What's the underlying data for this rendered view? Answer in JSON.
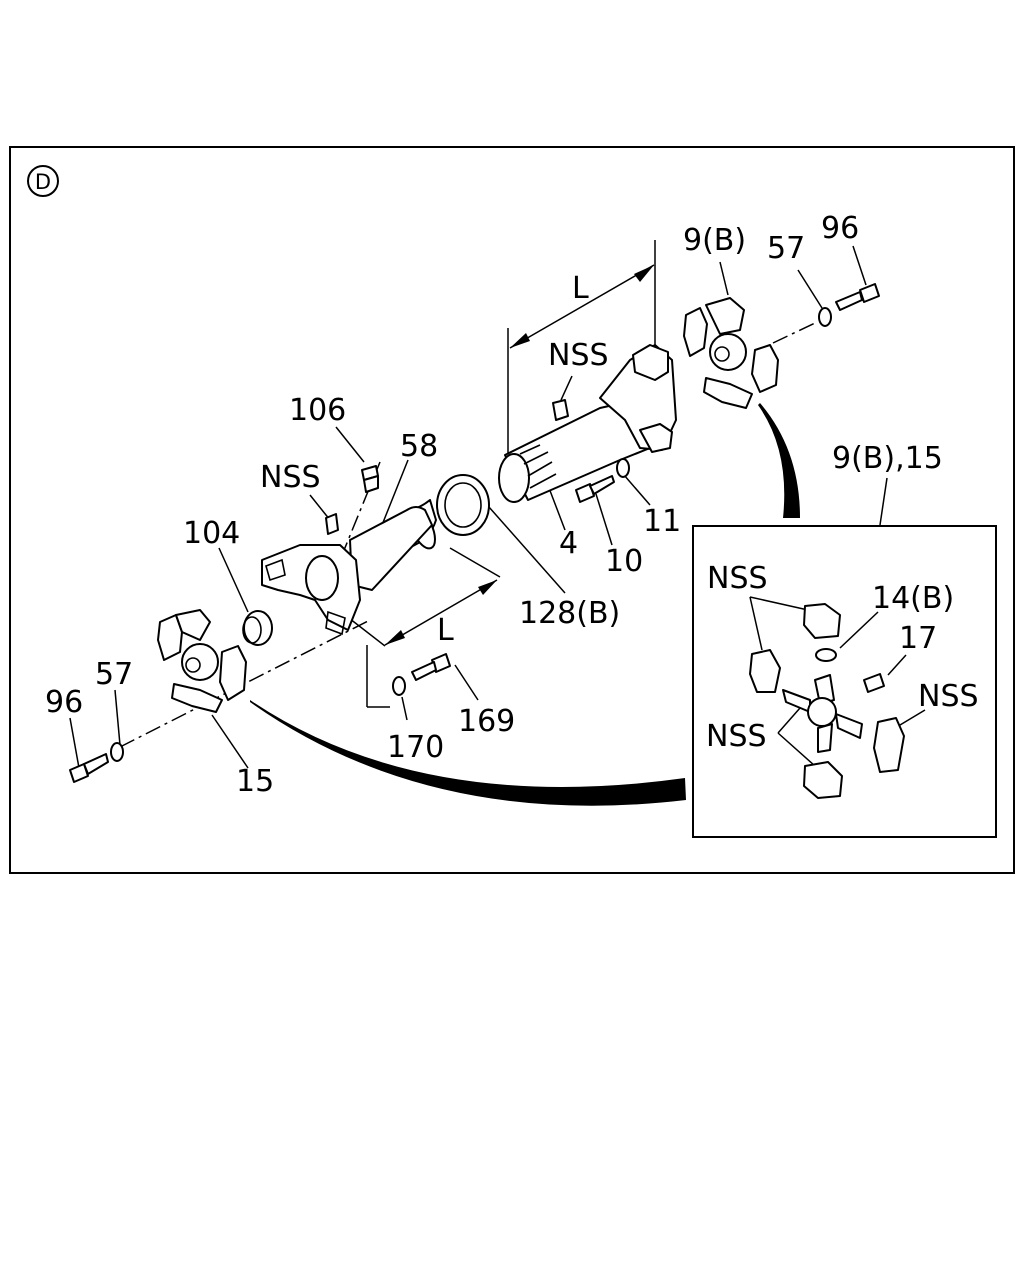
{
  "view_marker": "D",
  "labels": {
    "p_9b_top": "9(B)",
    "p_57_top": "57",
    "p_96_top": "96",
    "p_L_top": "L",
    "p_nss_shaft": "NSS",
    "p_106": "106",
    "p_58": "58",
    "p_nss_yoke": "NSS",
    "p_104": "104",
    "p_4": "4",
    "p_10": "10",
    "p_11": "11",
    "p_128b": "128(B)",
    "p_L_bottom": "L",
    "p_57_left": "57",
    "p_96_left": "96",
    "p_169": "169",
    "p_170": "170",
    "p_15": "15",
    "inset_title": "9(B),15",
    "inset_nss_1": "NSS",
    "inset_14b": "14(B)",
    "inset_17": "17",
    "inset_nss_2": "NSS",
    "inset_nss_3": "NSS"
  }
}
